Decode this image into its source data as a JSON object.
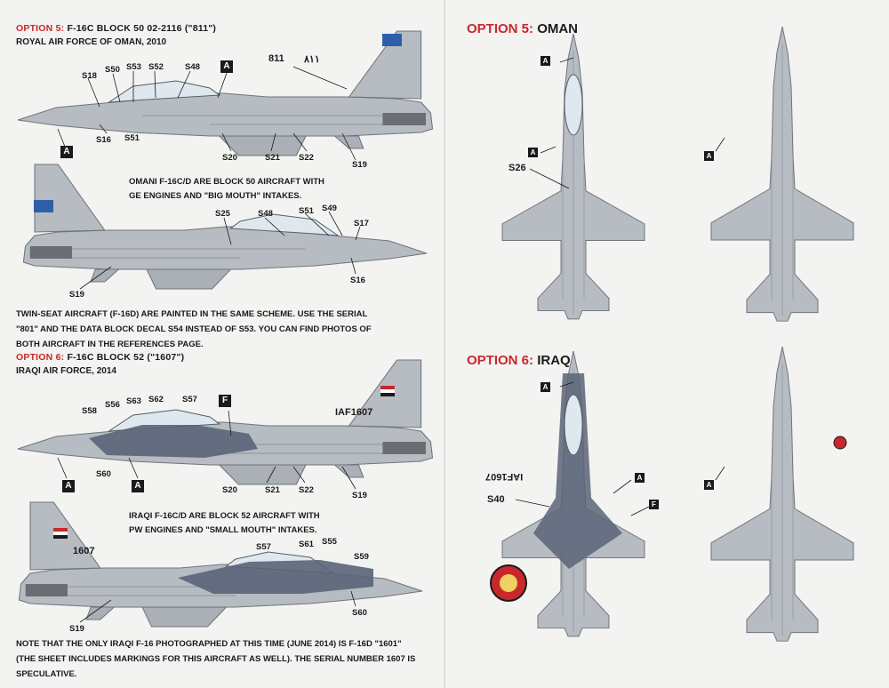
{
  "colors": {
    "background": "#f3f3f1",
    "accent_red": "#c8282c",
    "light_grey": "#b7bcc2",
    "dark_grey": "#5a6478",
    "line": "#1a1a1a"
  },
  "oman_side": {
    "title_prefix": "OPTION 5:",
    "title_rest": "F-16C BLOCK 50  02-2116  (\"811\")",
    "subtitle": "ROYAL AIR FORCE OF OMAN, 2010",
    "serial": "811",
    "serial_arabic": "٨١١",
    "callouts": [
      "S18",
      "S50",
      "S53",
      "S52",
      "S48",
      "S16",
      "S51",
      "S20",
      "S21",
      "S22",
      "S19"
    ],
    "marker_a": "A",
    "note": "OMANI F-16C/D ARE BLOCK 50 AIRCRAFT WITH GE ENGINES AND \"BIG MOUTH\" INTAKES.",
    "callouts_d": [
      "S25",
      "S48",
      "S51",
      "S49",
      "S17",
      "S19",
      "S16"
    ]
  },
  "twin_seat_note": "TWIN-SEAT AIRCRAFT (F-16D) ARE PAINTED IN THE SAME SCHEME. USE THE SERIAL \"801\" AND THE DATA BLOCK DECAL S54 INSTEAD OF S53. YOU CAN FIND PHOTOS OF BOTH AIRCRAFT IN THE REFERENCES PAGE.",
  "iraq_side": {
    "title_prefix": "OPTION 6:",
    "title_rest": "F-16C BLOCK 52  (\"1607\")",
    "subtitle": "IRAQI AIR FORCE, 2014",
    "serial": "IAF1607",
    "serial_d": "1607",
    "callouts": [
      "S58",
      "S56",
      "S63",
      "S62",
      "S57",
      "S60",
      "S20",
      "S21",
      "S22",
      "S19"
    ],
    "marker_f": "F",
    "note": "IRAQI F-16C/D ARE BLOCK 52 AIRCRAFT WITH PW ENGINES AND \"SMALL MOUTH\" INTAKES.",
    "callouts_d": [
      "S57",
      "S61",
      "S55",
      "S59",
      "S60",
      "S19"
    ]
  },
  "iraq_footnote": "NOTE THAT THE ONLY IRAQI F-16 PHOTOGRAPHED AT THIS TIME (JUNE 2014) IS F-16D \"1601\" (THE SHEET INCLUDES MARKINGS FOR THIS AIRCRAFT AS WELL). THE SERIAL NUMBER 1607 IS SPECULATIVE.",
  "oman_plan": {
    "title_prefix": "OPTION 5:",
    "title_rest": "OMAN",
    "callout": "S26"
  },
  "iraq_plan": {
    "title_prefix": "OPTION 6:",
    "title_rest": "IRAQ",
    "callout": "S40",
    "serial": "IAF1607"
  },
  "markers": {
    "a": "A",
    "f": "F"
  }
}
